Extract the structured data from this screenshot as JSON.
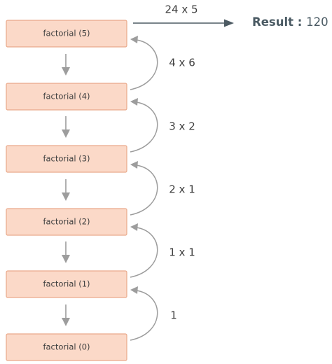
{
  "boxes": [
    {
      "label": "factorial (5)"
    },
    {
      "label": "factorial (4)"
    },
    {
      "label": "factorial (3)"
    },
    {
      "label": "factorial (2)"
    },
    {
      "label": "factorial (1)"
    },
    {
      "label": "factorial (0)"
    }
  ],
  "returns": [
    "4 x 6",
    "3 x 2",
    "2 x 1",
    "1 x 1",
    "1"
  ],
  "top_label": "24 x 5",
  "result": {
    "label": "Result",
    "separator": " : ",
    "value": "120"
  },
  "colors": {
    "box_fill": "#fbd9c8",
    "box_border": "#e9a98a",
    "arrow_gray": "#9d9d9d",
    "result_arrow": "#4d5b63",
    "result_text": "#4a5a63"
  }
}
